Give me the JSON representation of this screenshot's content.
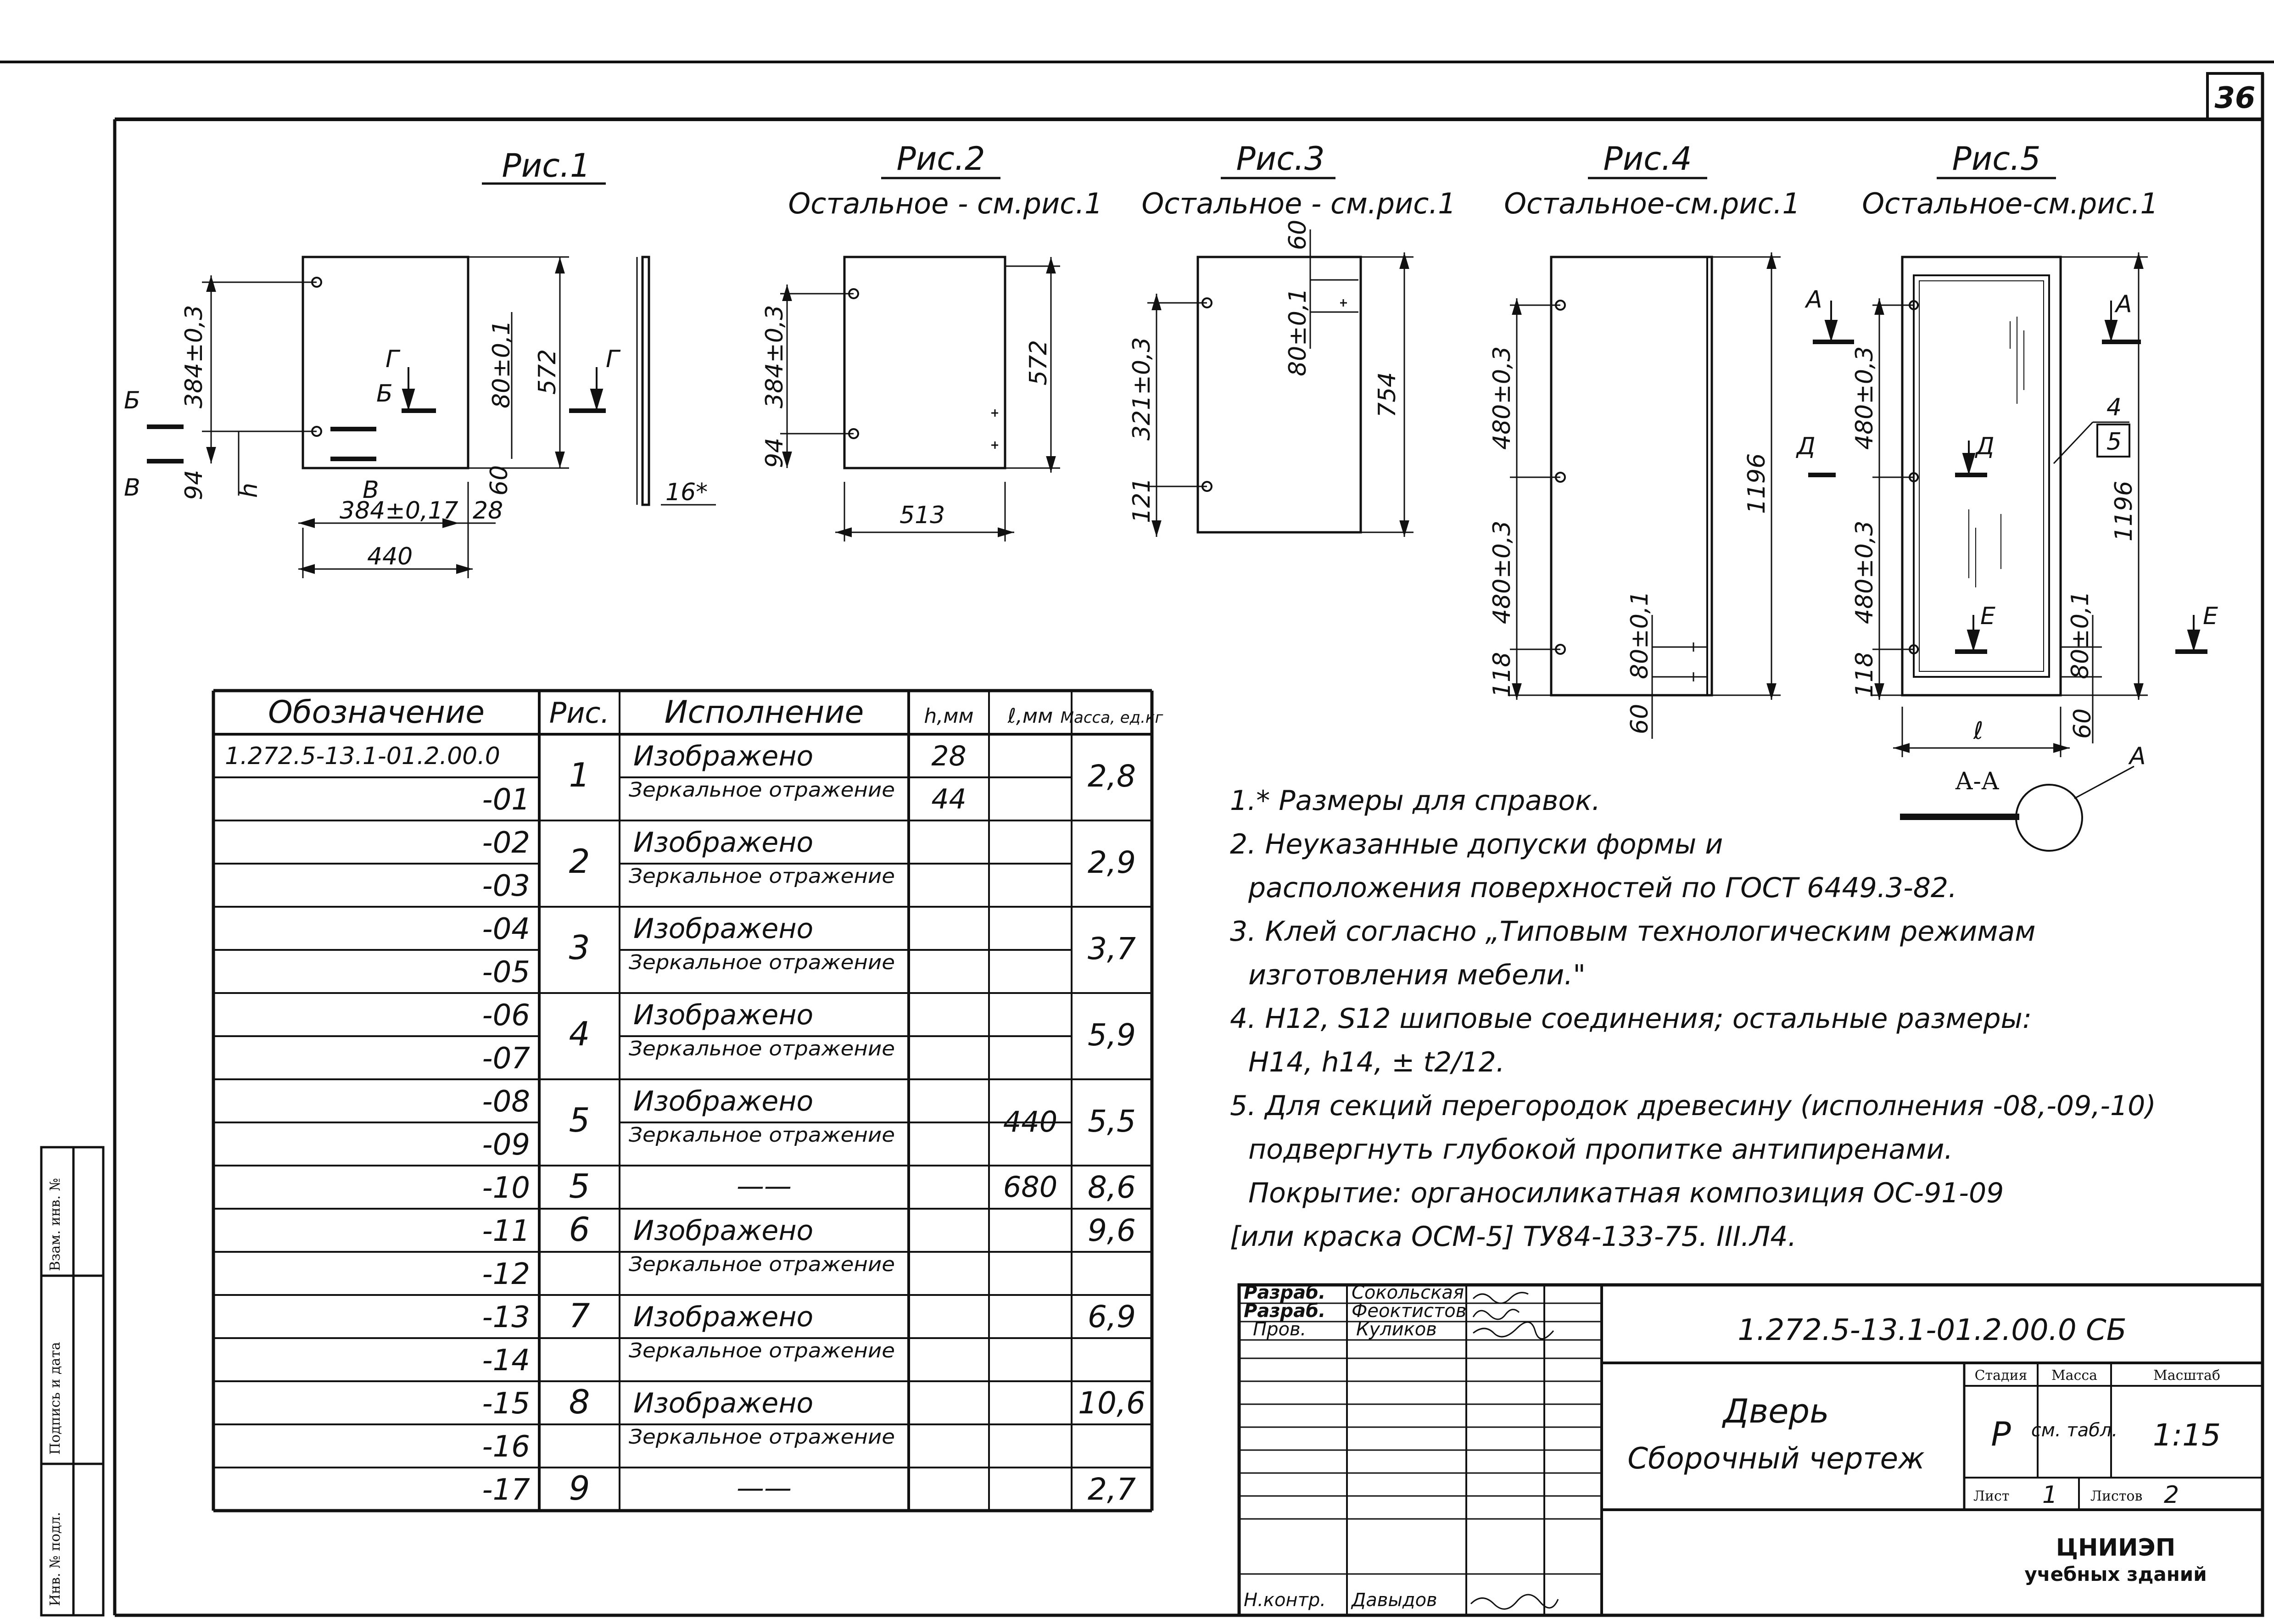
{
  "sheet": {
    "page_number": "36",
    "side_stamps": [
      "Взам. инв. №",
      "Подпись и дата",
      "Инв. № подл."
    ]
  },
  "figures": [
    {
      "title": "Рис.1",
      "subtitle": ""
    },
    {
      "title": "Рис.2",
      "subtitle": "Остальное - см.рис.1"
    },
    {
      "title": "Рис.3",
      "subtitle": "Остальное - см.рис.1"
    },
    {
      "title": "Рис.4",
      "subtitle": "Остальное-см.рис.1"
    },
    {
      "title": "Рис.5",
      "subtitle": "Остальное-см.рис.1"
    }
  ],
  "dimensions": {
    "fig1": {
      "d384": "384±0,3",
      "d94": "94",
      "h": "h",
      "d384b": "384±0,17",
      "d28": "28",
      "d440": "440",
      "d80": "80±0,1",
      "d572": "572",
      "d60": "60",
      "d16": "16*",
      "B": "Б",
      "V": "В",
      "G": "Г"
    },
    "fig2": {
      "d384": "384±0,3",
      "d94": "94",
      "d513": "513",
      "d572": "572"
    },
    "fig3": {
      "d321": "321±0,3",
      "d121": "121",
      "d60": "60",
      "d80": "80±0,1",
      "d754": "754"
    },
    "fig4": {
      "d480a": "480±0,3",
      "d480b": "480±0,3",
      "d118": "118",
      "d80": "80±0,1",
      "d60": "60",
      "d1196": "1196"
    },
    "fig5": {
      "A": "А",
      "D": "Д",
      "E": "Е",
      "d480a": "480±0,3",
      "d480b": "480±0,3",
      "d118": "118",
      "d80": "80±0,1",
      "d60": "60",
      "d1196": "1196",
      "l": "ℓ",
      "AA": "А-А",
      "callout_4": "4",
      "callout_5": "5",
      "view_A": "А"
    }
  },
  "spec_table": {
    "headers": [
      "Обозначение",
      "Рис.",
      "Исполнение",
      "h,мм",
      "ℓ,мм",
      "Масса, ед.кг"
    ],
    "rows": [
      {
        "code": "1.272.5-13.1-01.2.00.0",
        "fig": "1",
        "exec": "Изображено",
        "h": "28",
        "l": "",
        "mass": "2,8"
      },
      {
        "code": "-01",
        "fig": "",
        "exec": "Зеркальное отражение",
        "h": "44",
        "l": "",
        "mass": ""
      },
      {
        "code": "-02",
        "fig": "2",
        "exec": "Изображено",
        "h": "",
        "l": "",
        "mass": "2,9"
      },
      {
        "code": "-03",
        "fig": "",
        "exec": "Зеркальное отражение",
        "h": "",
        "l": "",
        "mass": ""
      },
      {
        "code": "-04",
        "fig": "3",
        "exec": "Изображено",
        "h": "",
        "l": "",
        "mass": "3,7"
      },
      {
        "code": "-05",
        "fig": "",
        "exec": "Зеркальное отражение",
        "h": "",
        "l": "",
        "mass": ""
      },
      {
        "code": "-06",
        "fig": "4",
        "exec": "Изображено",
        "h": "",
        "l": "",
        "mass": "5,9"
      },
      {
        "code": "-07",
        "fig": "",
        "exec": "Зеркальное отражение",
        "h": "",
        "l": "",
        "mass": ""
      },
      {
        "code": "-08",
        "fig": "5",
        "exec": "Изображено",
        "h": "",
        "l": "440",
        "mass": "5,5"
      },
      {
        "code": "-09",
        "fig": "",
        "exec": "Зеркальное отражение",
        "h": "",
        "l": "",
        "mass": ""
      },
      {
        "code": "-10",
        "fig": "5",
        "exec": "——",
        "h": "",
        "l": "680",
        "mass": "8,6"
      },
      {
        "code": "-11",
        "fig": "6",
        "exec": "Изображено",
        "h": "",
        "l": "",
        "mass": "9,6"
      },
      {
        "code": "-12",
        "fig": "",
        "exec": "Зеркальное отражение",
        "h": "",
        "l": "",
        "mass": ""
      },
      {
        "code": "-13",
        "fig": "7",
        "exec": "Изображено",
        "h": "",
        "l": "",
        "mass": "6,9"
      },
      {
        "code": "-14",
        "fig": "",
        "exec": "Зеркальное отражение",
        "h": "",
        "l": "",
        "mass": ""
      },
      {
        "code": "-15",
        "fig": "8",
        "exec": "Изображено",
        "h": "",
        "l": "",
        "mass": "10,6"
      },
      {
        "code": "-16",
        "fig": "",
        "exec": "Зеркальное отражение",
        "h": "",
        "l": "",
        "mass": ""
      },
      {
        "code": "-17",
        "fig": "9",
        "exec": "——",
        "h": "",
        "l": "",
        "mass": "2,7"
      }
    ]
  },
  "notes": [
    "1.* Размеры для справок.",
    "2. Неуказанные допуски формы и",
    "расположения поверхностей по ГОСТ 6449.3-82.",
    "3. Клей согласно „Типовым технологическим режимам",
    "изготовления мебели.\"",
    "4. Н12, S12 шиповые соединения; остальные размеры:",
    "Н14, h14, ± t2/12.",
    "5. Для секций перегородок древесину (исполнения -08,-09,-10)",
    "подвергнуть глубокой пропитке антипиренами.",
    "Покрытие: органосиликатная композиция ОС-91-09",
    "[или краска ОСМ-5] ТУ84-133-75. III.Л4."
  ],
  "title_block": {
    "roles": [
      "Разраб.",
      "Разраб.",
      "Пров.",
      "Н.контр."
    ],
    "names": [
      "Сокольская",
      "Феоктистов",
      "Куликов",
      "Давыдов"
    ],
    "designation": "1.272.5-13.1-01.2.00.0 СБ",
    "name_line1": "Дверь",
    "name_line2": "Сборочный чертеж",
    "stage_label": "Стадия",
    "mass_label": "Масса",
    "scale_label": "Масштаб",
    "stage": "Р",
    "mass": "см. табл.",
    "scale": "1:15",
    "sheet_label": "Лист",
    "sheet_no": "1",
    "sheets_label": "Листов",
    "sheets_total": "2",
    "org_line1": "ЦНИИЭП",
    "org_line2": "учебных зданий"
  }
}
